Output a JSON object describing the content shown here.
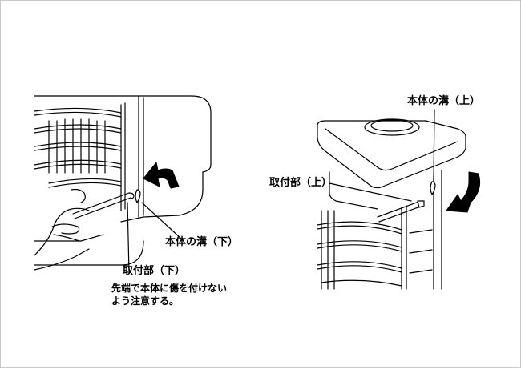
{
  "labels": {
    "groove_lower": "本体の溝（下）",
    "mount_lower": "取付部（下）",
    "note_line1": "先端で本体に傷を付けない",
    "note_line2": "よう注意する。",
    "groove_upper": "本体の溝（上）",
    "mount_upper": "取付部（上）"
  },
  "icons": {
    "left_arrow": "curved-arrow-left-icon",
    "right_arrow": "curved-arrow-down-left-icon"
  },
  "colors": {
    "line": "#000000",
    "arrow": "#000000",
    "frame_border": "#c8c8c8"
  }
}
